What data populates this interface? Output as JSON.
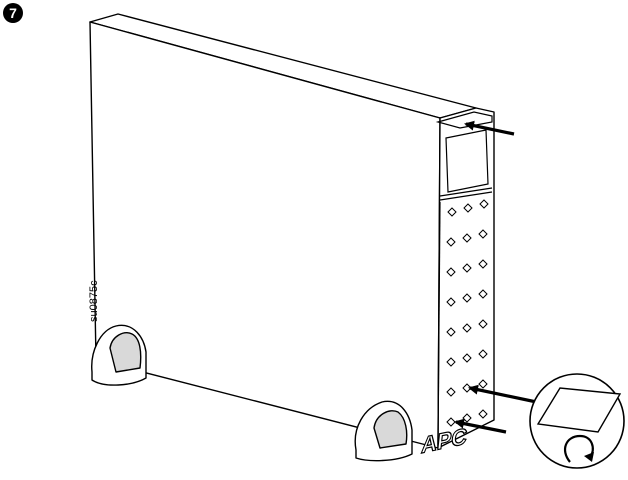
{
  "step": {
    "number": "7"
  },
  "figure": {
    "id": "su0875c",
    "logo_text": "APC"
  },
  "colors": {
    "ink": "#000000",
    "fill": "#ffffff",
    "shade": "#cfcfcf"
  }
}
